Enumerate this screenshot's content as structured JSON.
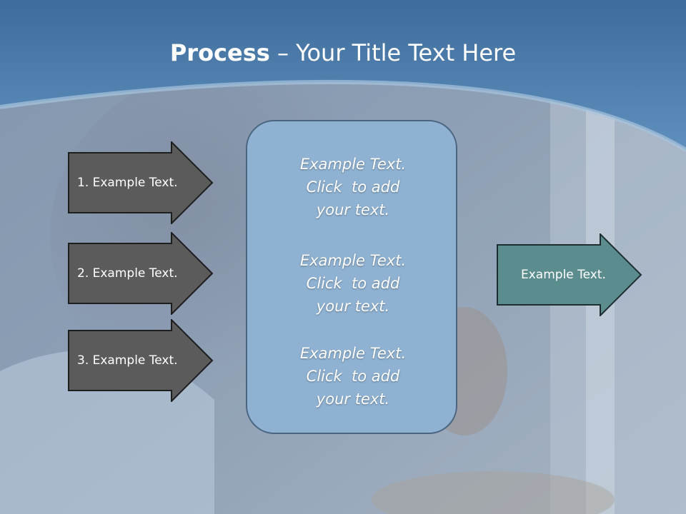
{
  "slide": {
    "title_bold": "Process",
    "title_rest": " – Your Title Text Here"
  },
  "inputs": [
    {
      "label": "1. Example Text."
    },
    {
      "label": "2. Example Text."
    },
    {
      "label": "3. Example Text."
    }
  ],
  "center": {
    "blocks": [
      {
        "line1": "Example Text.",
        "line2": "Click  to add",
        "line3": "your text."
      },
      {
        "line1": "Example Text.",
        "line2": "Click  to add",
        "line3": "your text."
      },
      {
        "line1": "Example Text.",
        "line2": "Click  to add",
        "line3": "your text."
      }
    ]
  },
  "output": {
    "label": "Example Text."
  },
  "colors": {
    "header": "#4f7fae",
    "input_arrow": "#5b5b5b",
    "center_box": "#8fb2d2",
    "output_arrow": "#5b8d8f"
  }
}
